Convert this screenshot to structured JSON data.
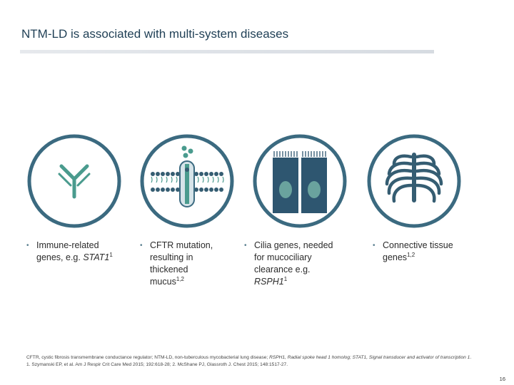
{
  "title": "NTM-LD is associated with multi-system diseases",
  "colors": {
    "ring": "#3b6a80",
    "dark": "#355d72",
    "teal": "#4a9b8e",
    "light": "#d6e4e9",
    "cell": "#2e5670",
    "nucleus": "#6aa39e"
  },
  "panels": [
    {
      "icon": "antibody-icon",
      "bullet": "•",
      "line1": "Immune-related",
      "line2_pre": "genes, e.g. ",
      "line2_em": "STAT1",
      "line2_sup": "1"
    },
    {
      "icon": "cell-membrane-channel-icon",
      "bullet": "•",
      "line1": "CFTR mutation,",
      "line2": "resulting in",
      "line3": "thickened",
      "line4": "mucus",
      "line4_sup": "1,2"
    },
    {
      "icon": "ciliated-cells-icon",
      "bullet": "•",
      "line1": "Cilia genes, needed",
      "line2": "for mucociliary",
      "line3": "clearance e.g.",
      "line4_em": "RSPH1",
      "line4_sup": "1"
    },
    {
      "icon": "ribcage-icon",
      "bullet": "•",
      "line1": "Connective tissue",
      "line2": "genes",
      "line2_sup": "1,2"
    }
  ],
  "footnote": {
    "p1": "CFTR, cystic fibrosis transmembrane conductance regulator; NTM-LD, non-tuberculous mycobacterial lung disease; ",
    "p1_em": "RSPH1, Radial spoke head 1 homolog; STAT1, Signal transducer and activator of transcription 1",
    "p1_end": ".",
    "p2": "1. Szymanski EP, et al. Am J Respir Crit Care Med 2015; 192:618-28; 2. McShane PJ, Glassroth J. Chest 2015; 148:1517-27."
  },
  "page_number": "16"
}
